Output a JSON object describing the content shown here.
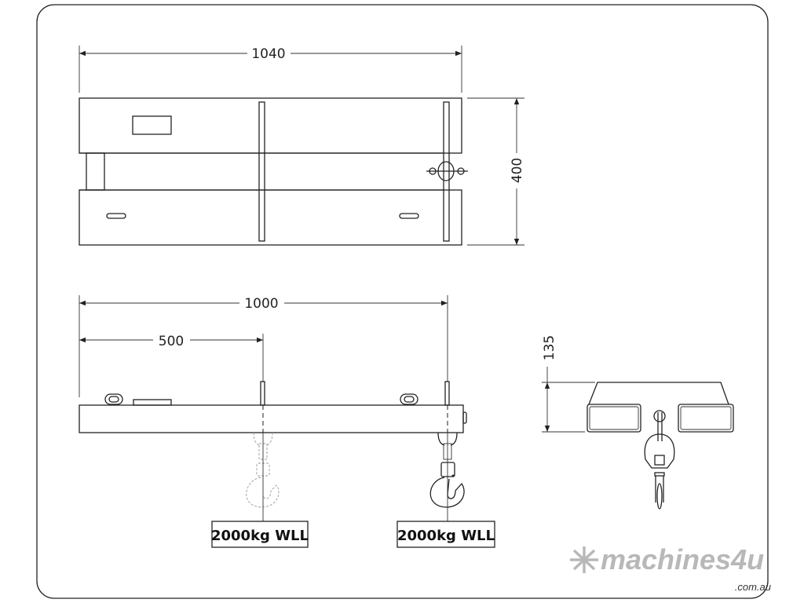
{
  "dimensions": {
    "top_width": "1040",
    "top_depth": "400",
    "side_length": "1000",
    "side_half": "500",
    "end_height": "135"
  },
  "labels": {
    "left_hook_wll": "2000kg WLL",
    "right_hook_wll": "2000kg WLL"
  },
  "watermark": {
    "brand": "machines4u",
    "domain": ".com.au"
  }
}
